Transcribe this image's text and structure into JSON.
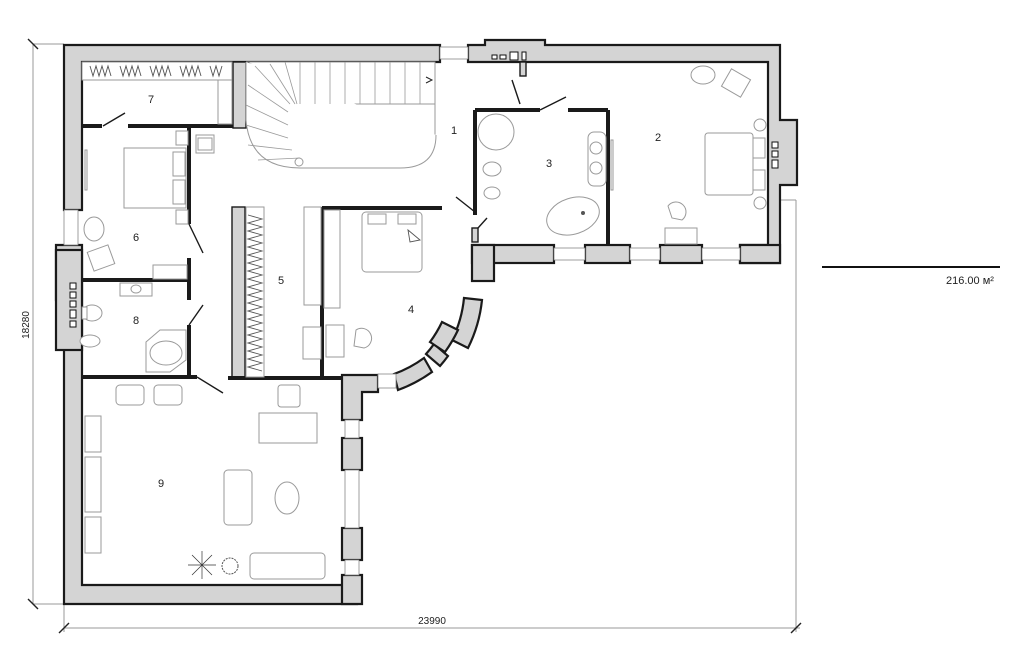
{
  "plan": {
    "total_area": "216.00 м²",
    "dimensions": {
      "width": "23990",
      "height": "18280"
    },
    "rooms": [
      {
        "id": "1",
        "label": "1",
        "name": "hall-staircase"
      },
      {
        "id": "2",
        "label": "2",
        "name": "master-bedroom"
      },
      {
        "id": "3",
        "label": "3",
        "name": "master-bathroom"
      },
      {
        "id": "4",
        "label": "4",
        "name": "bedroom"
      },
      {
        "id": "5",
        "label": "5",
        "name": "walk-in-closet"
      },
      {
        "id": "6",
        "label": "6",
        "name": "bedroom"
      },
      {
        "id": "7",
        "label": "7",
        "name": "wardrobe"
      },
      {
        "id": "8",
        "label": "8",
        "name": "bathroom"
      },
      {
        "id": "9",
        "label": "9",
        "name": "living-room"
      }
    ]
  },
  "colors": {
    "wall_fill": "#d4d4d4",
    "wall_stroke": "#1a1a1a",
    "furniture_stroke": "#9a9a9a",
    "background": "#ffffff"
  }
}
